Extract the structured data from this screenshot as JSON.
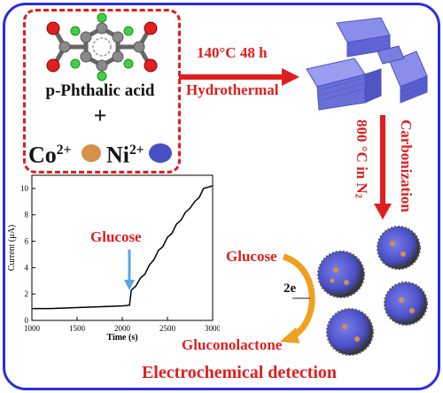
{
  "reactants": {
    "name": "p-Phthalic acid",
    "plus": "+",
    "ion1": "Co",
    "ion1_charge": "2+",
    "ion2": "Ni",
    "ion2_charge": "2+",
    "co_color": "#d4914a",
    "ni_color": "#4a4fc8"
  },
  "step1": {
    "condition": "140°C 48 h",
    "method": "Hydrothermal"
  },
  "step2": {
    "process": "Carbonization",
    "condition_temp": "800 °C in N",
    "condition_sub": "2"
  },
  "reaction": {
    "substrate": "Glucose",
    "electrons": "2e",
    "product": "Gluconolactone"
  },
  "bottom_label": "Electrochemical detection",
  "colors": {
    "frame": "#2b2de0",
    "accent_red": "#e01e1e",
    "curve_arrow": "#f0a020"
  },
  "chart_data": {
    "type": "line",
    "xlabel": "Time (s)",
    "ylabel": "Current (μA)",
    "xlim": [
      1000,
      3000
    ],
    "ylim": [
      0,
      11
    ],
    "xticks": [
      "1000",
      "1500",
      "2000",
      "2500",
      "3000"
    ],
    "yticks": [
      "0",
      "2",
      "4",
      "6",
      "8",
      "10"
    ],
    "annotation": "Glucose",
    "series": [
      {
        "x": [
          1000,
          1200,
          1400,
          1600,
          1800,
          2000,
          2080,
          2100,
          2150,
          2200,
          2250,
          2300,
          2350,
          2400,
          2450,
          2500,
          2550,
          2600,
          2650,
          2700,
          2750,
          2800,
          2850,
          2900,
          2950,
          3000
        ],
        "values": [
          0.9,
          0.9,
          0.95,
          1.0,
          1.05,
          1.1,
          1.15,
          2.3,
          2.6,
          3.2,
          3.5,
          4.2,
          4.6,
          5.3,
          5.6,
          6.3,
          6.6,
          7.3,
          7.6,
          8.2,
          8.5,
          9.0,
          9.3,
          10.0,
          10.1,
          10.2
        ]
      }
    ]
  }
}
